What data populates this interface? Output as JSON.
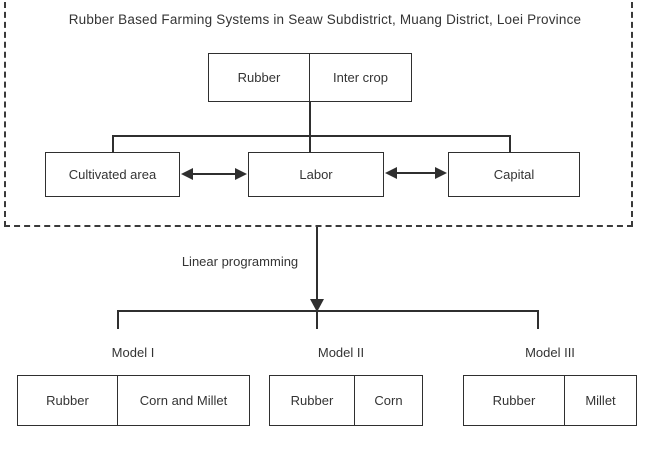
{
  "diagram": {
    "title": "Rubber Based Farming Systems in Seaw Subdistrict, Muang District, Loei Province",
    "crop_system_box": {
      "cells": [
        "Rubber",
        "Inter crop"
      ]
    },
    "resource_boxes": [
      "Cultivated area",
      "Labor",
      "Capital"
    ],
    "process_arrow_label": "Linear programming",
    "models": [
      {
        "label": "Model I",
        "cells": [
          "Rubber",
          "Corn and Millet"
        ]
      },
      {
        "label": "Model II",
        "cells": [
          "Rubber",
          "Corn"
        ]
      },
      {
        "label": "Model III",
        "cells": [
          "Rubber",
          "Millet"
        ]
      }
    ],
    "colors": {
      "line": "#2f2f2f",
      "text": "#343434",
      "background": "#ffffff"
    }
  }
}
